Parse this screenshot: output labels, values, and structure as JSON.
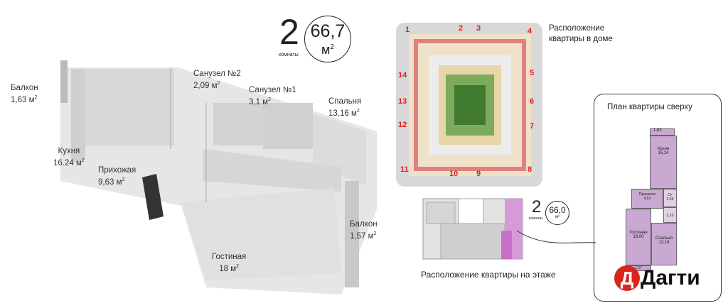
{
  "header": {
    "rooms": "2",
    "rooms_label": "комнаты",
    "area": "66,7",
    "unit": "м",
    "unit_sup": "2"
  },
  "rooms": [
    {
      "name": "Балкон",
      "area": "1,63 м",
      "sup": "2"
    },
    {
      "name": "Санузел №2",
      "area": "2,09 м",
      "sup": "2"
    },
    {
      "name": "Санузел №1",
      "area": "3,1 м",
      "sup": "2"
    },
    {
      "name": "Спальня",
      "area": "13,16 м",
      "sup": "2"
    },
    {
      "name": "Кухня",
      "area": "16.24 м",
      "sup": "2"
    },
    {
      "name": "Прихожая",
      "area": "9,63 м",
      "sup": "2"
    },
    {
      "name": "Балкон",
      "area": "1,57 м",
      "sup": "2"
    },
    {
      "name": "Гостиная",
      "area": "18 м",
      "sup": "2"
    }
  ],
  "house": {
    "caption": "Расположение квартиры в доме",
    "sections": [
      "1",
      "2",
      "3",
      "4",
      "5",
      "6",
      "7",
      "8",
      "9",
      "10",
      "11",
      "12",
      "13",
      "14"
    ]
  },
  "floor": {
    "caption": "Расположение квартиры на этаже",
    "rooms": "2",
    "rooms_label": "комнаты",
    "area": "66,0",
    "unit": "м²"
  },
  "top_plan": {
    "title": "План квартиры сверху",
    "rooms": [
      {
        "name": "Кухня",
        "area": "16,24"
      },
      {
        "name": "Прихожая",
        "area": "9,63"
      },
      {
        "name": "СУ",
        "area": "2,09"
      },
      {
        "name": "",
        "area": "3,10"
      },
      {
        "name": "Гостиная",
        "area": "18,00"
      },
      {
        "name": "Спальня",
        "area": "13,16"
      }
    ],
    "balconies": [
      "1,63",
      "1,57"
    ]
  },
  "logo": {
    "letter": "Д",
    "text": "Дагти"
  },
  "colors": {
    "accent": "#d9261c",
    "plan_fill": "#c9a9d1",
    "wall": "#bdbdbd"
  }
}
